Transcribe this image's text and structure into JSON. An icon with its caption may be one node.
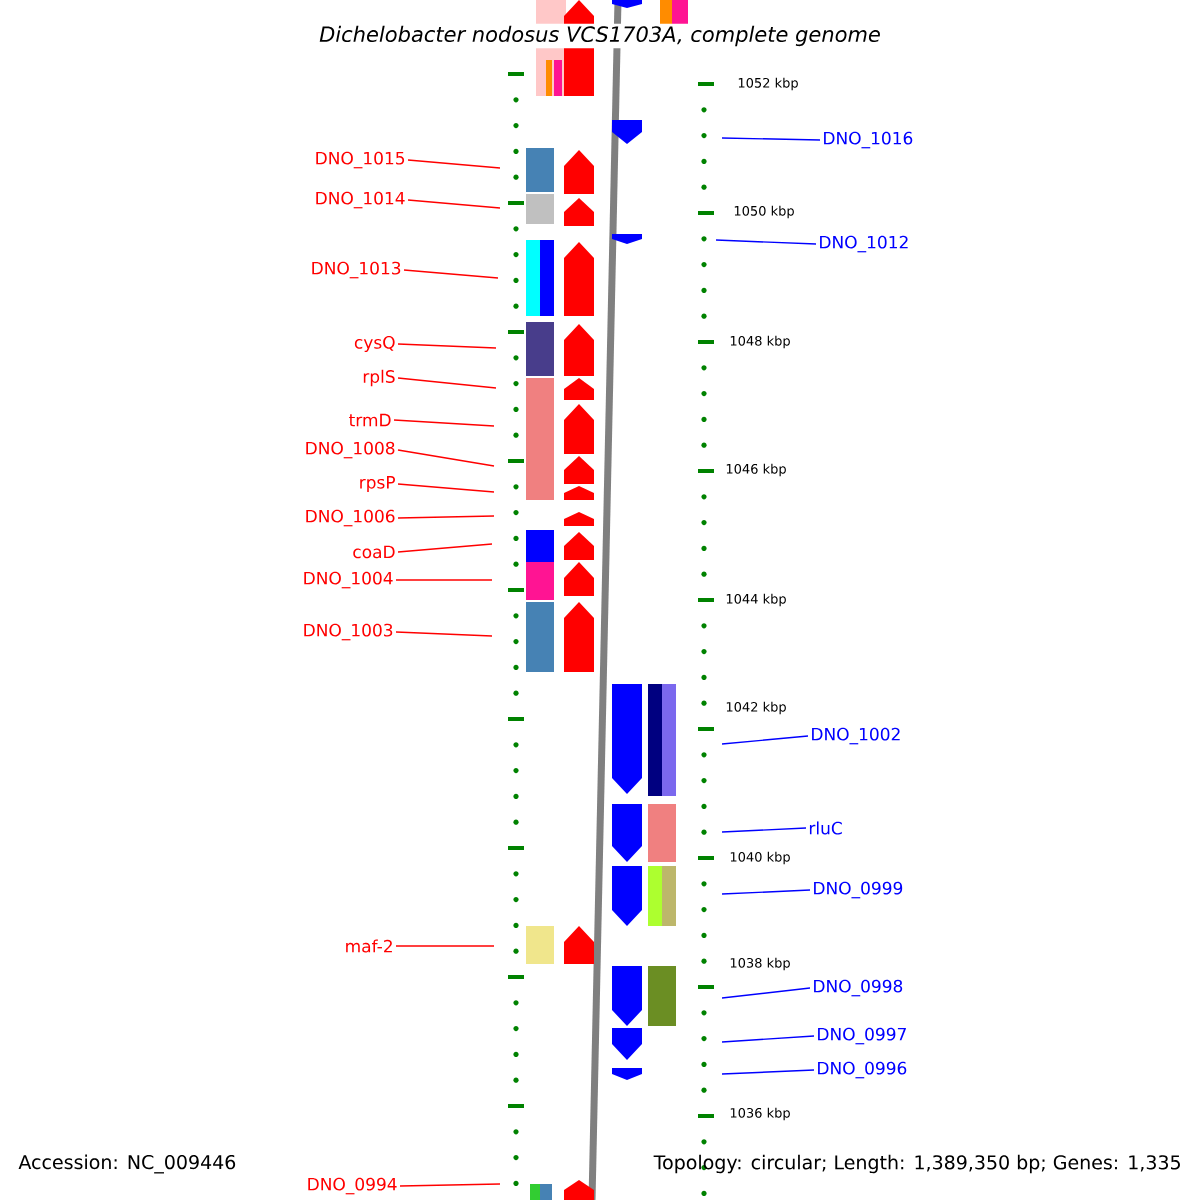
{
  "diagram": {
    "title": "Dichelobacter nodosus VCS1703A, complete genome",
    "nodes": [
      {
        "text": [
          "DNO_1016"
        ]
      },
      {
        "text": [
          "DNO_1015"
        ]
      },
      {
        "text": [
          "DNO_1014"
        ]
      },
      {
        "text": [
          "DNO_1012"
        ]
      },
      {
        "text": [
          "DNO_1013"
        ]
      },
      {
        "text": [
          "cysQ"
        ]
      },
      {
        "text": [
          "rplS"
        ]
      },
      {
        "text": [
          "trmD"
        ]
      },
      {
        "text": [
          "DNO_1008"
        ]
      },
      {
        "text": [
          "rpsP"
        ]
      },
      {
        "text": [
          "DNO_1006"
        ]
      },
      {
        "text": [
          "coaD"
        ]
      },
      {
        "text": [
          "DNO_1004"
        ]
      },
      {
        "text": [
          "DNO_1003"
        ]
      },
      {
        "text": [
          "DNO_1002"
        ]
      },
      {
        "text": [
          "rluC"
        ]
      },
      {
        "text": [
          "DNO_0999"
        ]
      },
      {
        "text": [
          "maf-2"
        ]
      },
      {
        "text": [
          "DNO_0998"
        ]
      },
      {
        "text": [
          "DNO_0997"
        ]
      },
      {
        "text": [
          "DNO_0996"
        ]
      },
      {
        "text": [
          "DNO_0994"
        ]
      }
    ],
    "edges": [
      {
        "from": 0,
        "to": null,
        "arrow": "none",
        "color": "#0000ff"
      },
      {
        "from": 1,
        "to": null,
        "arrow": "none",
        "color": "#ff0000"
      },
      {
        "from": 2,
        "to": null,
        "arrow": "none",
        "color": "#ff0000"
      },
      {
        "from": 3,
        "to": null,
        "arrow": "none",
        "color": "#0000ff"
      },
      {
        "from": 4,
        "to": null,
        "arrow": "none",
        "color": "#ff0000"
      },
      {
        "from": 5,
        "to": null,
        "arrow": "none",
        "color": "#ff0000"
      },
      {
        "from": 6,
        "to": null,
        "arrow": "none",
        "color": "#ff0000"
      },
      {
        "from": 7,
        "to": null,
        "arrow": "none",
        "color": "#ff0000"
      },
      {
        "from": 8,
        "to": null,
        "arrow": "none",
        "color": "#ff0000"
      },
      {
        "from": 9,
        "to": null,
        "arrow": "none",
        "color": "#ff0000"
      },
      {
        "from": 10,
        "to": null,
        "arrow": "none",
        "color": "#ff0000"
      },
      {
        "from": 11,
        "to": null,
        "arrow": "none",
        "color": "#ff0000"
      },
      {
        "from": 12,
        "to": null,
        "arrow": "none",
        "color": "#ff0000"
      },
      {
        "from": 13,
        "to": null,
        "arrow": "none",
        "color": "#ff0000"
      },
      {
        "from": 14,
        "to": null,
        "arrow": "none",
        "color": "#0000ff"
      },
      {
        "from": 15,
        "to": null,
        "arrow": "none",
        "color": "#0000ff"
      },
      {
        "from": 16,
        "to": null,
        "arrow": "none",
        "color": "#0000ff"
      },
      {
        "from": 17,
        "to": null,
        "arrow": "none",
        "color": "#ff0000"
      },
      {
        "from": 18,
        "to": null,
        "arrow": "none",
        "color": "#0000ff"
      },
      {
        "from": 19,
        "to": null,
        "arrow": "none",
        "color": "#0000ff"
      },
      {
        "from": 20,
        "to": null,
        "arrow": "none",
        "color": "#0000ff"
      },
      {
        "from": 21,
        "to": null,
        "arrow": "none",
        "color": "#ff0000"
      }
    ],
    "labels": [
      "1052 kbp",
      "1050 kbp",
      "1048 kbp",
      "1046 kbp",
      "1044 kbp",
      "1042 kbp",
      "1040 kbp",
      "1038 kbp",
      "1036 kbp",
      "Accession: NC_009446",
      "Topology: circular; Length: 1,389,350 bp; Genes: 1,335"
    ]
  }
}
